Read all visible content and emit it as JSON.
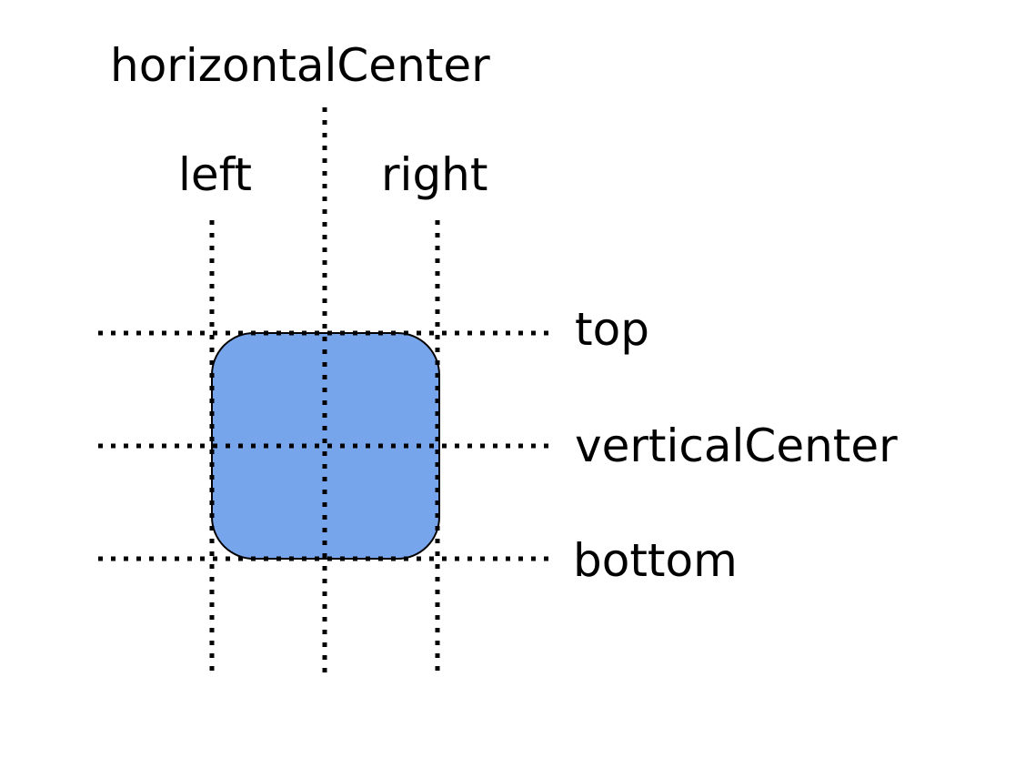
{
  "labels": {
    "horizontal_center": "horizontalCenter",
    "left": "left",
    "right": "right",
    "top": "top",
    "vertical_center": "verticalCenter",
    "bottom": "bottom"
  },
  "colors": {
    "box_fill": "#77a5ec",
    "box_stroke": "#000000",
    "guide_line": "#000000",
    "background": "#ffffff"
  }
}
